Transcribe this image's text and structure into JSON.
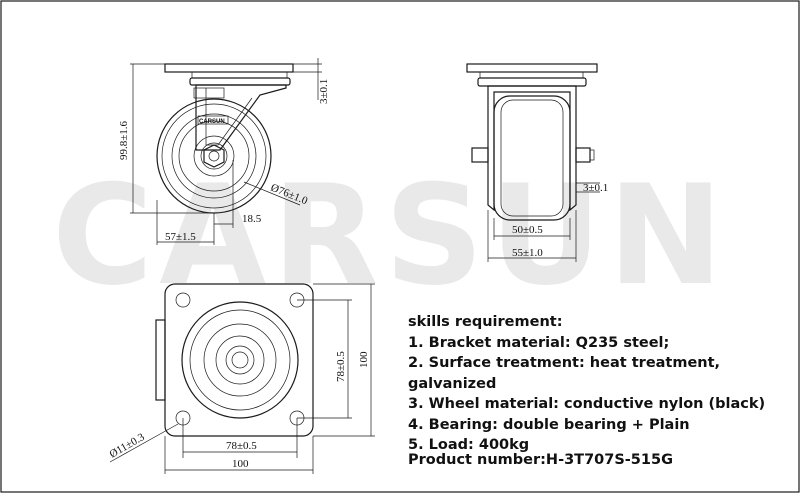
{
  "watermark": "CARSUN",
  "side_view": {
    "height_dim": "99.8±1.6",
    "plate_thickness_dim": "3±0.1",
    "wheel_dia_dim": "Ø76±1.0",
    "offset_dim": "18.5",
    "width_dim": "57±1.5",
    "brand_mark": "CARSUN"
  },
  "front_view": {
    "axle_dim": "3±0.1",
    "wheel_width_dim": "50±0.5",
    "overall_width_dim": "55±1.0"
  },
  "top_view": {
    "hole_spacing_v": "78±0.5",
    "plate_height": "100",
    "hole_spacing_h": "78±0.5",
    "plate_width": "100",
    "hole_dia": "Ø11±0.3"
  },
  "requirements": {
    "title": "skills requirement:",
    "items": [
      "1. Bracket material: Q235 steel;",
      "2. Surface treatment: heat treatment, galvanized",
      "3. Wheel material: conductive nylon (black)",
      "4. Bearing: double bearing + Plain",
      "5. Load: 400kg"
    ]
  },
  "product": "Product number:H-3T707S-515G"
}
